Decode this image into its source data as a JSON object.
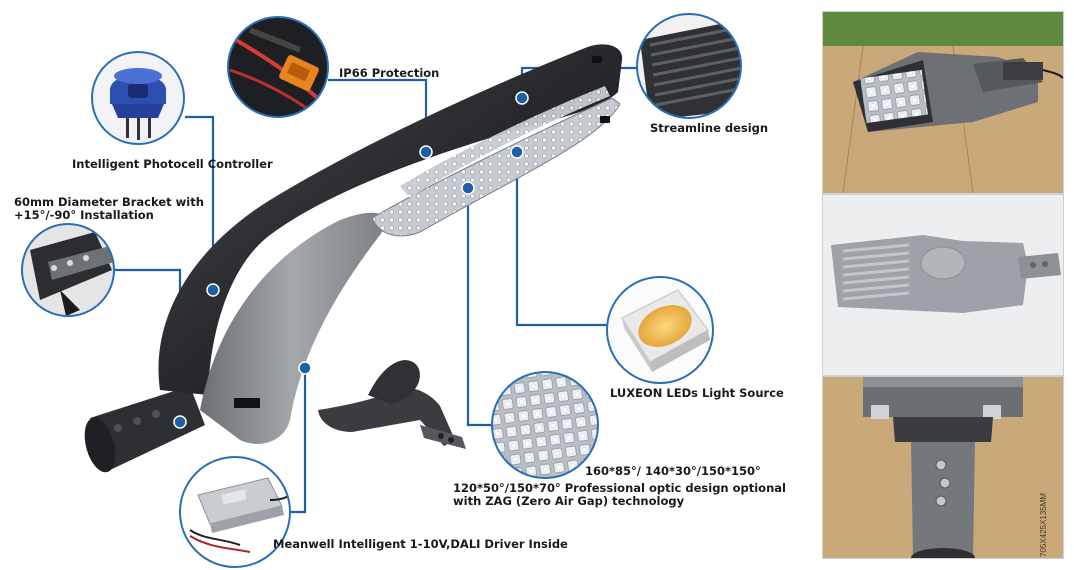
{
  "labels": {
    "ip66": "IP66 Protection",
    "streamline": "Streamline design",
    "photocell": "Intelligent Photocell Controller",
    "bracket_line1": "60mm Diameter Bracket with",
    "bracket_line2": "+15°/-90° Installation",
    "luxeon": "LUXEON LEDs Light Source",
    "optic_line1": "160*85°/ 140*30°/150*150°",
    "optic_line2": "120*50°/150*70° Professional optic design optional",
    "optic_line3": "with ZAG (Zero Air Gap) technology",
    "driver": "Meanwell Intelligent 1-10V,DALI Driver Inside"
  },
  "photo_marks": {
    "bottom_side": "705X425X135MM"
  },
  "colors": {
    "callout_line": "#1f5fa8",
    "circle_border": "#2a6fb5",
    "body_dark": "#2b2d31",
    "body_grey": "#8a8d91",
    "led_panel": "#c9ccd2",
    "cardboard": "#c9a97a"
  }
}
